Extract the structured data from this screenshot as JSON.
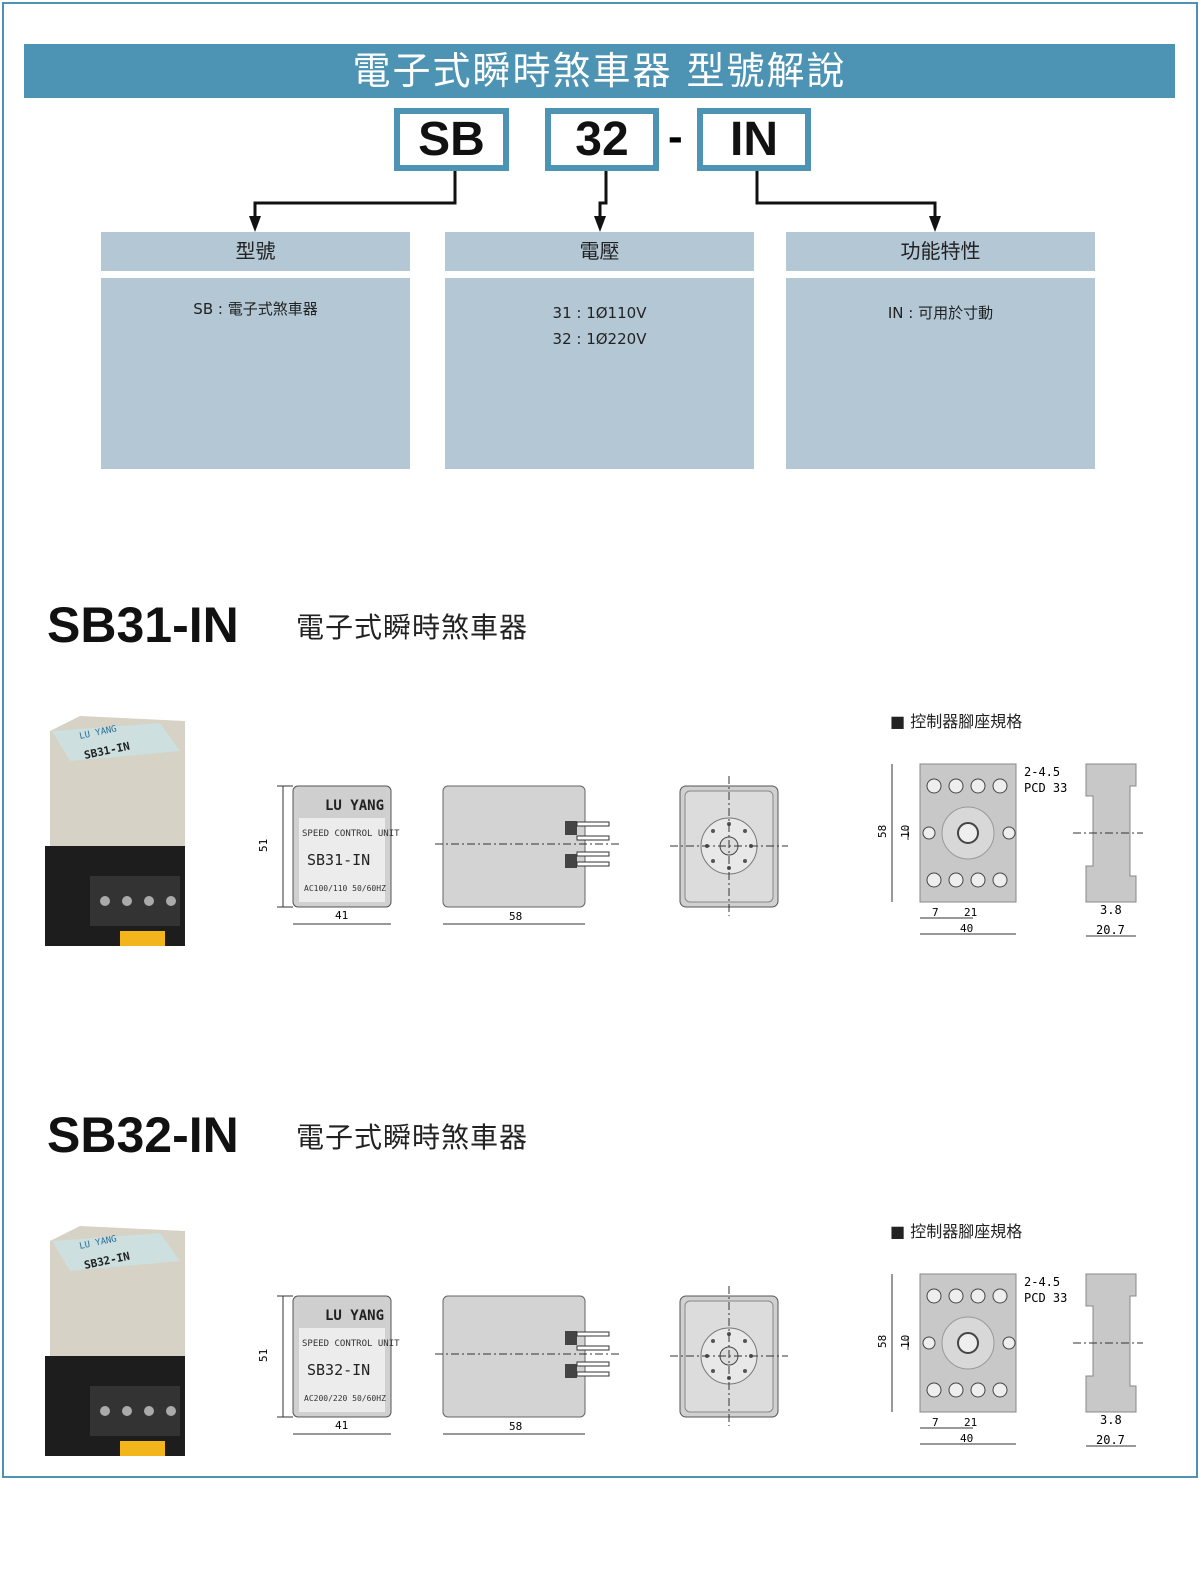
{
  "header": {
    "title": "電子式瞬時煞車器 型號解說"
  },
  "model_code": {
    "part1": "SB",
    "part2": "32",
    "separator": "-",
    "part3": "IN"
  },
  "categories": [
    {
      "title": "型號",
      "body": "SB : 電子式煞車器"
    },
    {
      "title": "電壓",
      "body": "31 : 1Ø110V\n32 : 1Ø220V"
    },
    {
      "title": "功能特性",
      "body": "IN : 可用於寸動"
    }
  ],
  "products": [
    {
      "model": "SB31-IN",
      "subtitle": "電子式瞬時煞車器",
      "brand": "LU YANG",
      "label_line": "SPEED CONTROL UNIT",
      "label_model": "SB31-IN",
      "label_rating": "AC100/110 50/60HZ",
      "dim_height": "51",
      "dim_width": "41",
      "dim_depth": "58",
      "socket_title": "■ 控制器腳座規格"
    },
    {
      "model": "SB32-IN",
      "subtitle": "電子式瞬時煞車器",
      "brand": "LU YANG",
      "label_line": "SPEED CONTROL UNIT",
      "label_model": "SB32-IN",
      "label_rating": "AC200/220 50/60HZ",
      "dim_height": "51",
      "dim_width": "41",
      "dim_depth": "58",
      "socket_title": "■ 控制器腳座規格"
    }
  ],
  "socket_dims": {
    "hole": "2-4.5",
    "pcd": "PCD 33",
    "height": "58",
    "pitch": "10",
    "left": "7",
    "center": "21",
    "width": "40",
    "rail": "3.8",
    "depth": "20.7"
  }
}
